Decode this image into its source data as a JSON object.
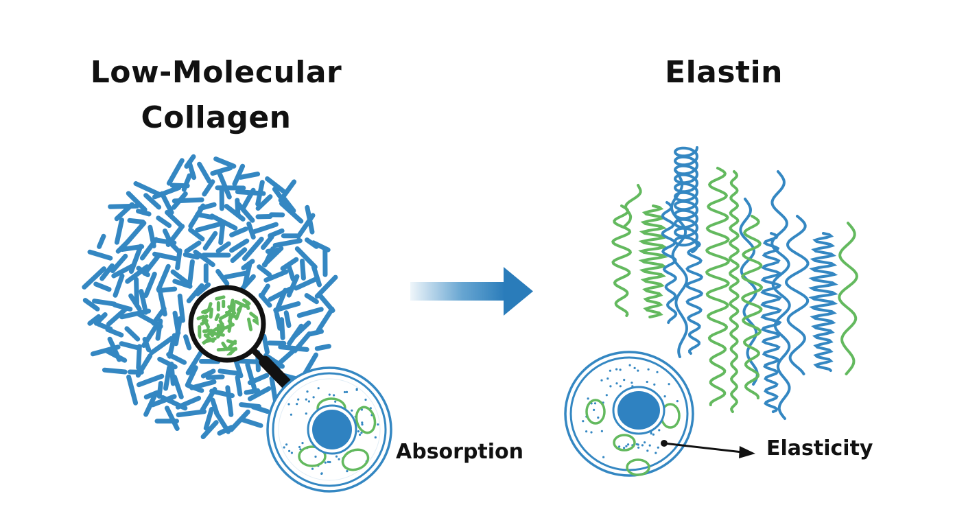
{
  "collagen": {
    "title_line1": "Low-Molecular",
    "title_line2": "Collagen",
    "label": "Absorption"
  },
  "elastin": {
    "title": "Elastin",
    "label": "Elasticity"
  },
  "colors": {
    "blue": "#3487c2",
    "green": "#63b95e",
    "dark": "#111111",
    "background": "#ffffff"
  },
  "icons": [
    "magnifier-icon",
    "arrow-right-icon",
    "cell-icon"
  ]
}
